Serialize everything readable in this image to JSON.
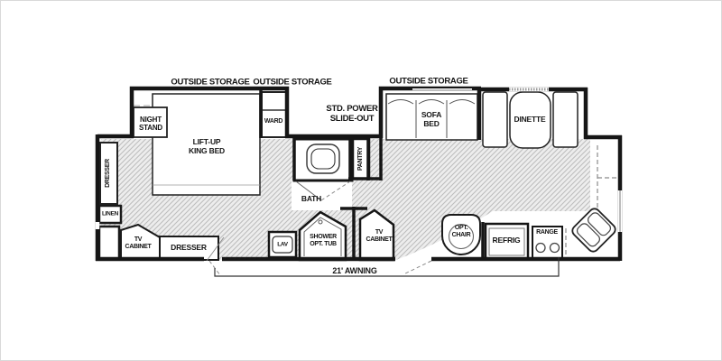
{
  "floorplan": {
    "outside_storage": [
      "OUTSIDE STORAGE",
      "OUTSIDE STORAGE",
      "OUTSIDE STORAGE"
    ],
    "slide_out_label": "STD. POWER\nSLIDE-OUT",
    "awning_label": "21' AWNING",
    "bedroom": {
      "night_stand": "NIGHT\nSTAND",
      "king_bed": "LIFT-UP\nKING BED",
      "ward": "WARD",
      "dresser_side": "DRESSER",
      "linen": "LINEN",
      "tv_cabinet": "TV\nCABINET",
      "dresser_front": "DRESSER"
    },
    "bath": {
      "room": "BATH",
      "pantry": "PANTRY",
      "lav": "LAV",
      "shower": "SHOWER\nOPT. TUB",
      "tv_cabinet": "TV\nCABINET"
    },
    "living": {
      "sofa_bed": "SOFA\nBED",
      "dinette": "DINETTE",
      "opt_chair": "OPT.\nCHAIR"
    },
    "kitchen": {
      "refrig": "REFRIG",
      "range": "RANGE"
    },
    "colors": {
      "wall": "#161616",
      "hatch_line": "#bcbcbc",
      "hatch_bg": "#ededed",
      "dash": "#8a8a8a",
      "background": "#ffffff"
    }
  }
}
